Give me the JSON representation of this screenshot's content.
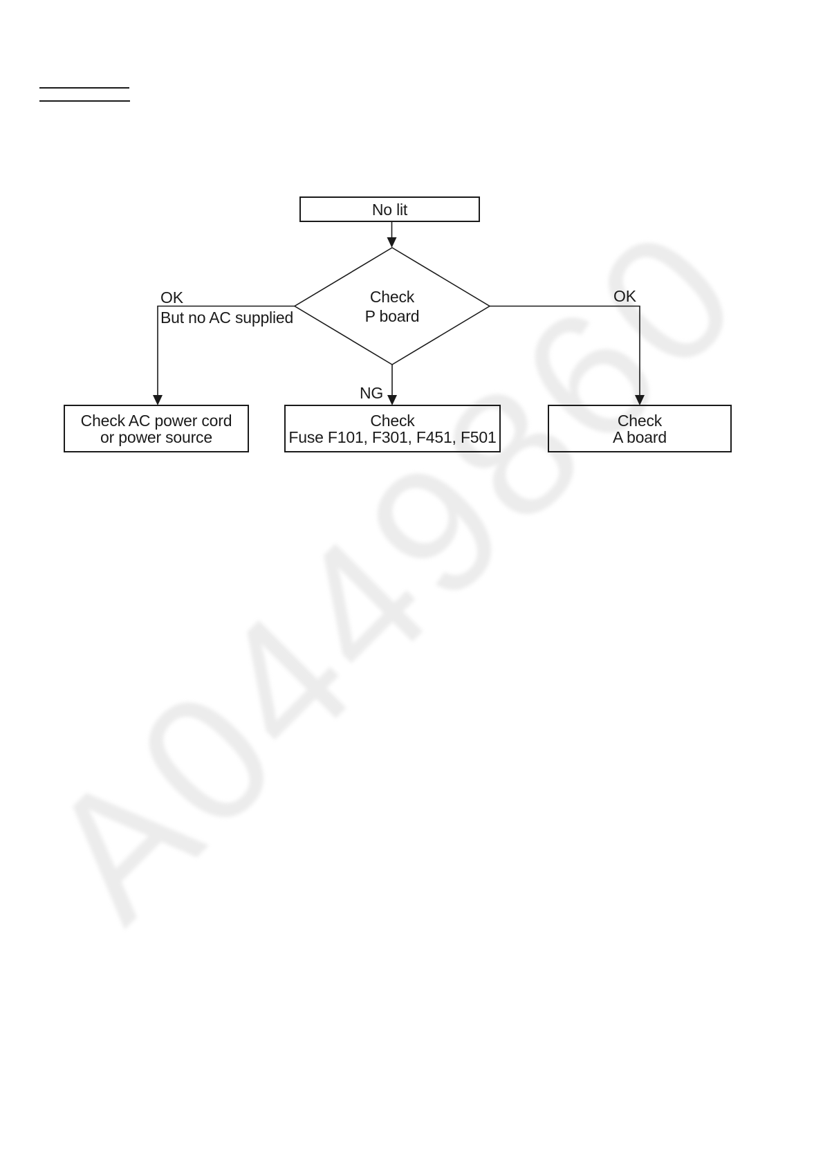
{
  "page": {
    "kind": "service-manual troubleshooting flowchart page",
    "colors": {
      "ink": "#1a1a1a",
      "watermark": "#ececec",
      "background": "#ffffff"
    }
  },
  "watermark": {
    "text": "A0449860"
  },
  "flowchart": {
    "start_box": {
      "label": "No lit"
    },
    "decision_diamond": {
      "line1": "Check",
      "line2": "P board"
    },
    "left_branch": {
      "ok_label": "OK",
      "sub_label": "But no AC supplied"
    },
    "down_branch": {
      "ng_label": "NG"
    },
    "right_branch": {
      "ok_label": "OK"
    },
    "left_box": {
      "line1": "Check AC power cord",
      "line2": "or power source"
    },
    "middle_box": {
      "line1": "Check",
      "line2": "Fuse F101, F301, F451, F501"
    },
    "right_box": {
      "line1": "Check",
      "line2": "A board"
    }
  }
}
